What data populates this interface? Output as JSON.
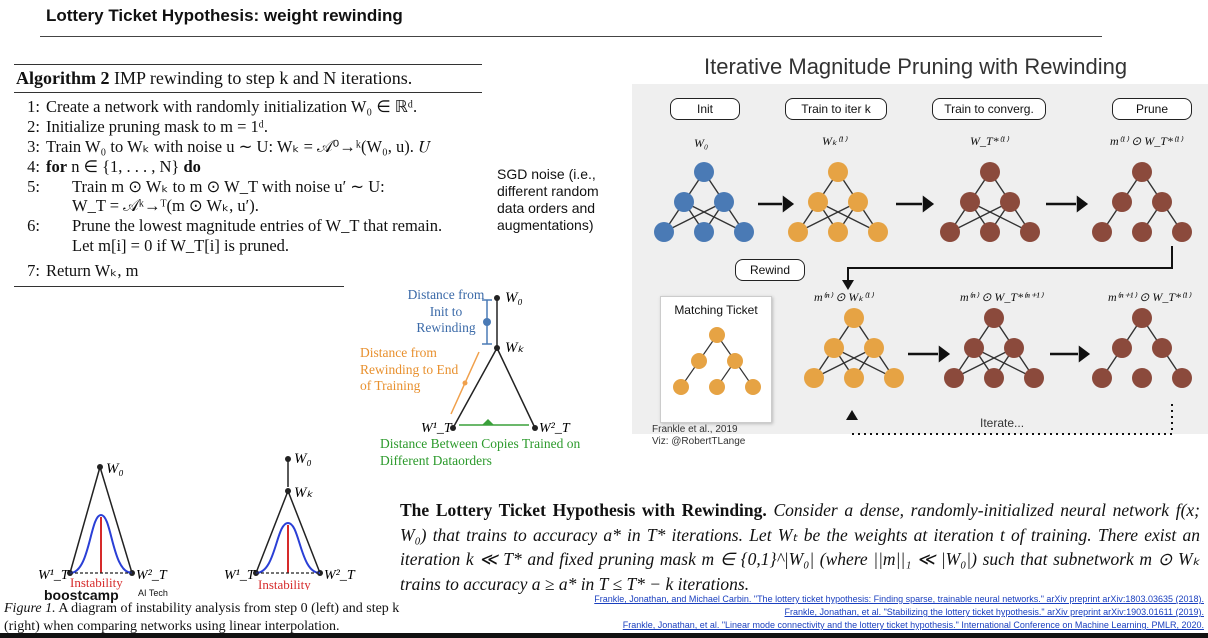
{
  "header": {
    "title": "Lottery Ticket Hypothesis: weight rewinding"
  },
  "algorithm": {
    "label": "Algorithm 2",
    "title": "IMP rewinding to step k and N iterations.",
    "lines": [
      {
        "num": "1:",
        "text": "Create a network with randomly initialization W₀ ∈ ℝᵈ."
      },
      {
        "num": "2:",
        "text": "Initialize pruning mask to m = 1ᵈ."
      },
      {
        "num": "3:",
        "text": "Train W₀ to Wₖ with noise u ∼ U: Wₖ = 𝒜⁰→ᵏ(W₀, u).  𝑈"
      },
      {
        "num": "4:",
        "kw": "for",
        "text": " n ∈ {1, . . . , N} ",
        "kw2": "do"
      },
      {
        "num": "5:",
        "text": "Train m ⊙ Wₖ to m ⊙ W_T with noise u′ ∼ U:"
      },
      {
        "num": "",
        "text": "W_T = 𝒜ᵏ→ᵀ(m ⊙ Wₖ, u′)."
      },
      {
        "num": "6:",
        "text": "Prune the lowest magnitude entries of W_T that remain."
      },
      {
        "num": "",
        "text": "Let m[i] = 0 if W_T[i] is pruned."
      },
      {
        "num": "7:",
        "text": "Return Wₖ, m"
      }
    ],
    "note": "SGD noise (i.e., different random data orders and augmentations)"
  },
  "middle_figure": {
    "w0": "W₀",
    "wk": "Wₖ",
    "wt1": "W¹_T",
    "wt2": "W²_T",
    "label_init": "Distance from Init to Rewinding",
    "label_rewind": "Distance from Rewinding to End of Training",
    "label_copies": "Distance Between Copies Trained on Different Dataorders"
  },
  "right_figure": {
    "title": "Iterative Magnitude Pruning with Rewinding",
    "stages": [
      "Init",
      "Train to iter k",
      "Train to converg.",
      "Prune"
    ],
    "stage_weights": [
      "W₀",
      "Wₖ⁽¹⁾",
      "W_T*⁽¹⁾",
      "m⁽¹⁾ ⊙ W_T*⁽¹⁾"
    ],
    "rewind": "Rewind",
    "row2_weights": [
      "m⁽ⁿ⁾ ⊙ Wₖ⁽¹⁾",
      "m⁽ⁿ⁾ ⊙ W_T*⁽ⁿ⁺¹⁾",
      "m⁽ⁿ⁺¹⁾ ⊙ W_T*⁽¹⁾"
    ],
    "matching_ticket": "Matching Ticket",
    "iterate": "Iterate...",
    "credit1": "Frankle et al., 2019",
    "credit2": "Viz: @RobertTLange",
    "colors": {
      "blue": "#4a7ab5",
      "orange": "#e6a344",
      "brown": "#8b4a3c"
    }
  },
  "bottom_left_figure": {
    "w0": "W₀",
    "wk": "Wₖ",
    "wt1": "W¹_T",
    "wt2": "W²_T",
    "instability": "Instability"
  },
  "caption": {
    "label": "Figure 1.",
    "text": "A diagram of instability analysis from step 0 (left) and step k (right) when comparing networks using linear interpolation."
  },
  "theorem": {
    "title": "The Lottery Ticket Hypothesis with Rewinding.",
    "body": "Consider a dense, randomly-initialized neural network f(x; W₀) that trains to accuracy a* in T* iterations. Let Wₜ be the weights at iteration t of training. There exist an iteration k ≪ T* and fixed pruning mask m ∈ {0,1}^|W₀| (where ||m||₁ ≪ |W₀|) such that subnetwork m ⊙ Wₖ trains to accuracy a ≥ a* in T ≤ T* − k iterations."
  },
  "references": [
    "Frankle, Jonathan, and Michael Carbin. \"The lottery ticket hypothesis: Finding sparse, trainable neural networks.\" arXiv preprint arXiv:1803.03635 (2018).",
    "Frankle, Jonathan, et al. \"Stabilizing the lottery ticket hypothesis.\" arXiv preprint arXiv:1903.01611 (2019).",
    "Frankle, Jonathan, et al. \"Linear mode connectivity and the lottery ticket hypothesis.\" International Conference on Machine Learning. PMLR, 2020."
  ],
  "branding": {
    "logo": "boostcamp",
    "sub": "AI Tech"
  }
}
